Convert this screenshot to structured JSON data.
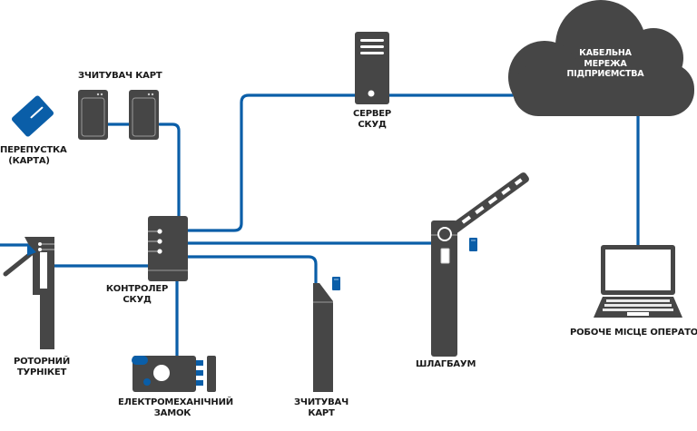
{
  "colors": {
    "device": "#464646",
    "wire": "#0a5ea8",
    "accent_blue": "#0a5ea8",
    "text": "#1a1a1a",
    "cloud_text": "#ffffff",
    "highlight": "#ffffff"
  },
  "nodes": {
    "card_readers_top": {
      "label": [
        "ЗЧИТУВАЧ КАРТ"
      ],
      "icon": "card-reader-icon"
    },
    "pass_card": {
      "label": [
        "ПЕРЕПУСТКА",
        "(КАРТА)"
      ],
      "icon": "access-card-icon"
    },
    "server": {
      "label": [
        "СЕРВЕР",
        "СКУД"
      ],
      "icon": "server-tower-icon"
    },
    "cloud": {
      "label": [
        "КАБЕЛЬНА",
        "МЕРЕЖА",
        "ПІДПРИЄМСТВА"
      ],
      "icon": "cloud-network-icon"
    },
    "controller": {
      "label": [
        "КОНТРОЛЕР",
        "СКУД"
      ],
      "icon": "controller-icon"
    },
    "turnstile": {
      "label": [
        "РОТОРНИЙ",
        "ТУРНІКЕТ"
      ],
      "icon": "turnstile-icon"
    },
    "lock": {
      "label": [
        "ЕЛЕКТРОМЕХАНІЧНИЙ",
        "ЗАМОК"
      ],
      "icon": "electromechanical-lock-icon"
    },
    "pillar_reader": {
      "label": [
        "ЗЧИТУВАЧ",
        "КАРТ"
      ],
      "icon": "pillar-card-reader-icon"
    },
    "barrier": {
      "label": [
        "ШЛАГБАУМ"
      ],
      "icon": "barrier-gate-icon"
    },
    "workstation": {
      "label": [
        "РОБОЧЕ МІСЦЕ ОПЕРАТОРА"
      ],
      "icon": "laptop-icon"
    }
  },
  "connections": [
    {
      "from": "card_readers_top",
      "to": "controller"
    },
    {
      "from": "controller",
      "to": "server"
    },
    {
      "from": "server",
      "to": "cloud"
    },
    {
      "from": "cloud",
      "to": "workstation"
    },
    {
      "from": "controller",
      "to": "barrier"
    },
    {
      "from": "controller",
      "to": "pillar_reader"
    },
    {
      "from": "controller",
      "to": "turnstile"
    },
    {
      "from": "controller",
      "to": "lock"
    }
  ]
}
